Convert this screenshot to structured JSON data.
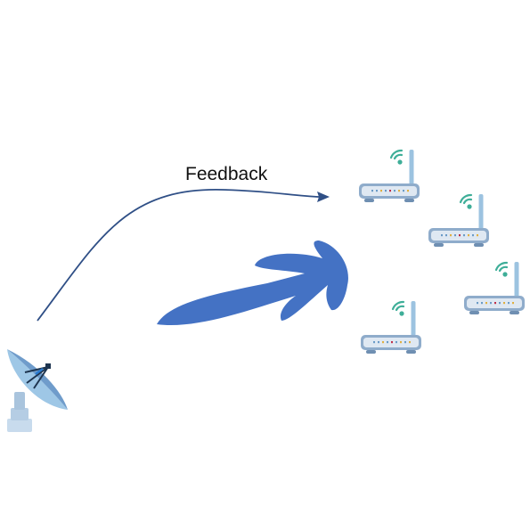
{
  "diagram": {
    "feedback_label": "Feedback",
    "colors": {
      "arrow": "#2f4f86",
      "beam": "#4472c4",
      "router_body": "#8faccb",
      "router_front": "#dfe8f2",
      "antenna": "#9cc3e0",
      "wifi": "#3eae98",
      "dish": "#9ec7e6",
      "dish_base": "#c8dbed"
    },
    "nodes": [
      {
        "id": "base-station",
        "icon": "satellite-dish-icon"
      },
      {
        "id": "router-1",
        "icon": "wifi-router-icon"
      },
      {
        "id": "router-2",
        "icon": "wifi-router-icon"
      },
      {
        "id": "router-3",
        "icon": "wifi-router-icon"
      },
      {
        "id": "router-4",
        "icon": "wifi-router-icon"
      }
    ],
    "edges": [
      {
        "from": "base-station",
        "to": "router-1",
        "kind": "feedback-arrow"
      },
      {
        "from": "base-station",
        "to": "routers",
        "kind": "beam"
      }
    ]
  }
}
